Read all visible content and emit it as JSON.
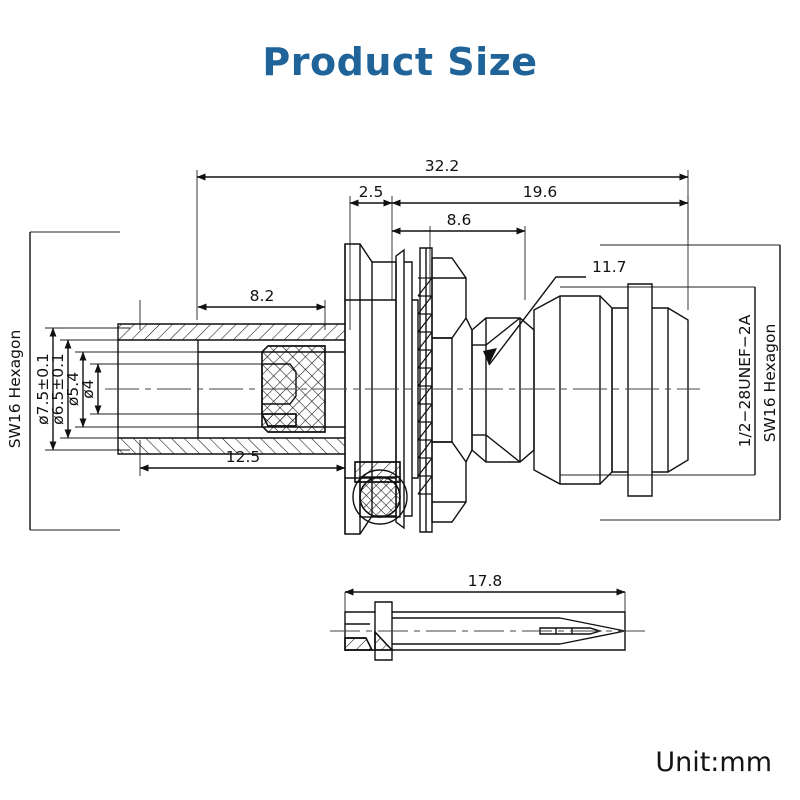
{
  "header": {
    "title": "Product Size",
    "title_color": "#1f6399"
  },
  "footer": {
    "unit_label": "Unit:mm"
  },
  "drawing": {
    "type": "engineering-dimension-drawing",
    "subject": "RF coaxial bulkhead connector",
    "unit": "mm",
    "line_color": "#111111",
    "views": [
      {
        "name": "main-assembly-section-view",
        "description": "Longitudinal cross-section of connector body"
      },
      {
        "name": "center-pin-detail-view",
        "description": "Center contact pin, side view"
      }
    ],
    "dimensions_top": [
      {
        "name": "overall-length",
        "label": "32.2",
        "value": 32.2
      },
      {
        "name": "flange-thickness",
        "label": "2.5",
        "value": 2.5
      },
      {
        "name": "front-section-length",
        "label": "19.6",
        "value": 19.6
      },
      {
        "name": "thread-length",
        "label": "8.6",
        "value": 8.6
      }
    ],
    "dimensions_body": [
      {
        "name": "rear-barrel-length",
        "label": "8.2",
        "value": 8.2
      },
      {
        "name": "rear-body-length",
        "label": "12.5",
        "value": 12.5
      },
      {
        "name": "hex-across-flats-front",
        "label": "11.7",
        "value": 11.7
      }
    ],
    "dimensions_left": [
      {
        "name": "sw16-hexagon-left",
        "label": "SW16 Hexagon"
      },
      {
        "name": "outer-diameter",
        "label": "ø7.5±0.1",
        "value": 7.5,
        "tol": 0.1
      },
      {
        "name": "inner-bore-diameter",
        "label": "ø6.5±0.1",
        "value": 6.5,
        "tol": 0.1
      },
      {
        "name": "dielectric-diameter",
        "label": "ø5.4",
        "value": 5.4
      },
      {
        "name": "contact-bore-diameter",
        "label": "ø4",
        "value": 4
      }
    ],
    "dimensions_right": [
      {
        "name": "thread-spec",
        "label": "1/2−28UNEF−2A"
      },
      {
        "name": "sw16-hexagon-right",
        "label": "SW16 Hexagon"
      }
    ],
    "dimensions_pin": [
      {
        "name": "pin-overall-length",
        "label": "17.8",
        "value": 17.8
      }
    ]
  }
}
